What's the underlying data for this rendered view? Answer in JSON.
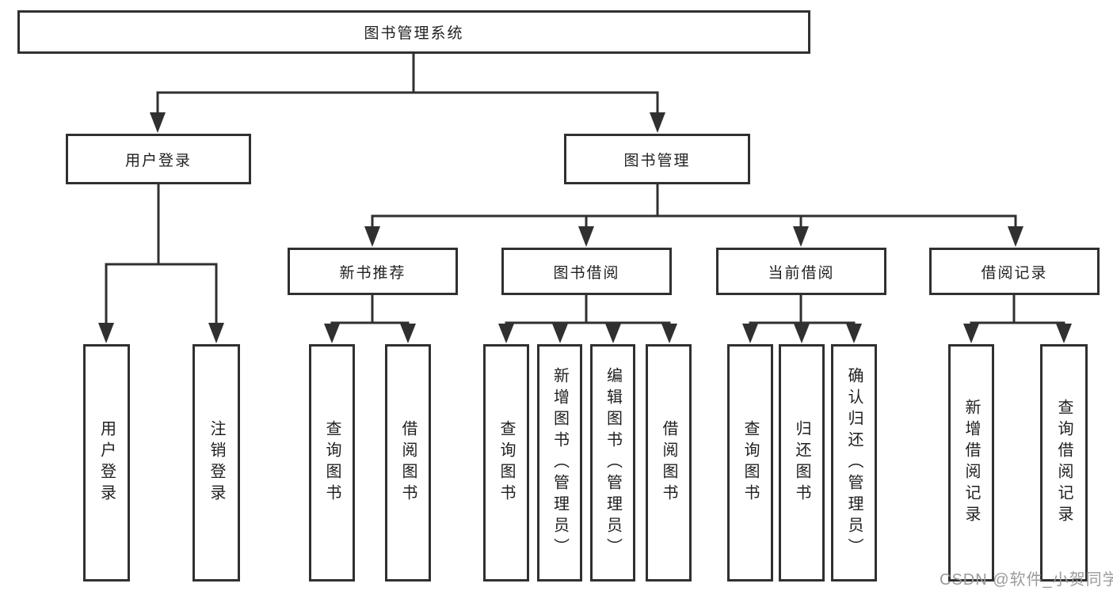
{
  "diagram": {
    "root": "图书管理系统",
    "level2": [
      {
        "id": "user-login",
        "label": "用户登录"
      },
      {
        "id": "book-management",
        "label": "图书管理"
      }
    ],
    "level3": [
      {
        "id": "new-book-recommend",
        "label": "新书推荐",
        "parent": "图书管理"
      },
      {
        "id": "book-borrow",
        "label": "图书借阅",
        "parent": "图书管理"
      },
      {
        "id": "current-borrow",
        "label": "当前借阅",
        "parent": "图书管理"
      },
      {
        "id": "borrow-records",
        "label": "借阅记录",
        "parent": "图书管理"
      }
    ],
    "leaves": [
      {
        "id": "user-login",
        "label": "用户登录",
        "parent": "用户登录"
      },
      {
        "id": "logout",
        "label": "注销登录",
        "parent": "用户登录"
      },
      {
        "id": "query-books-recommend",
        "label": "查询图书",
        "parent": "新书推荐"
      },
      {
        "id": "borrow-books-recommend",
        "label": "借阅图书",
        "parent": "新书推荐"
      },
      {
        "id": "query-books-borrow",
        "label": "查询图书",
        "parent": "图书借阅"
      },
      {
        "id": "add-books-admin",
        "label": "新增图书（管理员）",
        "parent": "图书借阅"
      },
      {
        "id": "edit-books-admin",
        "label": "编辑图书（管理员）",
        "parent": "图书借阅"
      },
      {
        "id": "borrow-books",
        "label": "借阅图书",
        "parent": "图书借阅"
      },
      {
        "id": "query-books-current",
        "label": "查询图书",
        "parent": "当前借阅"
      },
      {
        "id": "return-books",
        "label": "归还图书",
        "parent": "当前借阅"
      },
      {
        "id": "confirm-return-admin",
        "label": "确认归还（管理员）",
        "parent": "当前借阅"
      },
      {
        "id": "add-borrow-record",
        "label": "新增借阅记录",
        "parent": "借阅记录"
      },
      {
        "id": "query-borrow-record",
        "label": "查询借阅记录",
        "parent": "借阅记录"
      }
    ],
    "watermark": "CSDN @软件_小贺同学",
    "colors": {
      "line": "#303030",
      "text": "#1f1f1f",
      "watermark": "#9b9b9b",
      "background": "#ffffff"
    }
  }
}
